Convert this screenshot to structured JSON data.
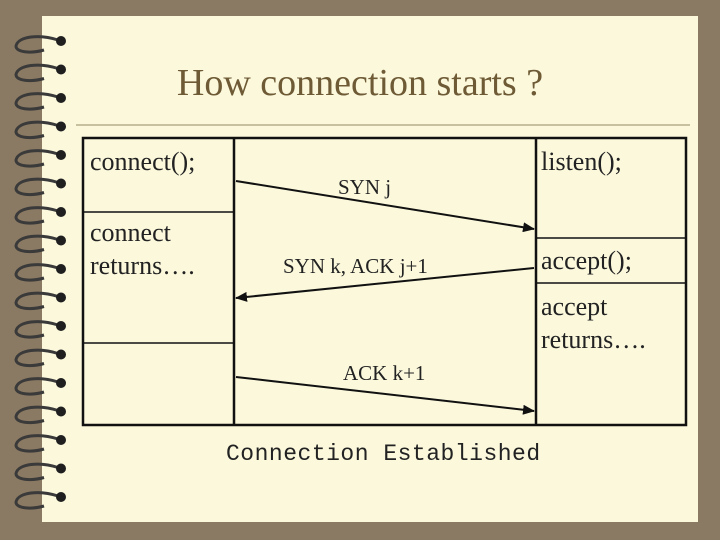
{
  "slide": {
    "title": "How connection starts ?",
    "client": {
      "connect_label": "connect();",
      "returns_label_line1": "connect",
      "returns_label_line2": "returns…."
    },
    "server": {
      "listen_label": "listen();",
      "accept_label": "accept();",
      "accept_returns_line1": "accept",
      "accept_returns_line2": "returns…."
    },
    "messages": {
      "syn": "SYN j",
      "syn_ack": "SYN k, ACK j+1",
      "ack": "ACK k+1"
    },
    "footer": "Connection Established"
  }
}
